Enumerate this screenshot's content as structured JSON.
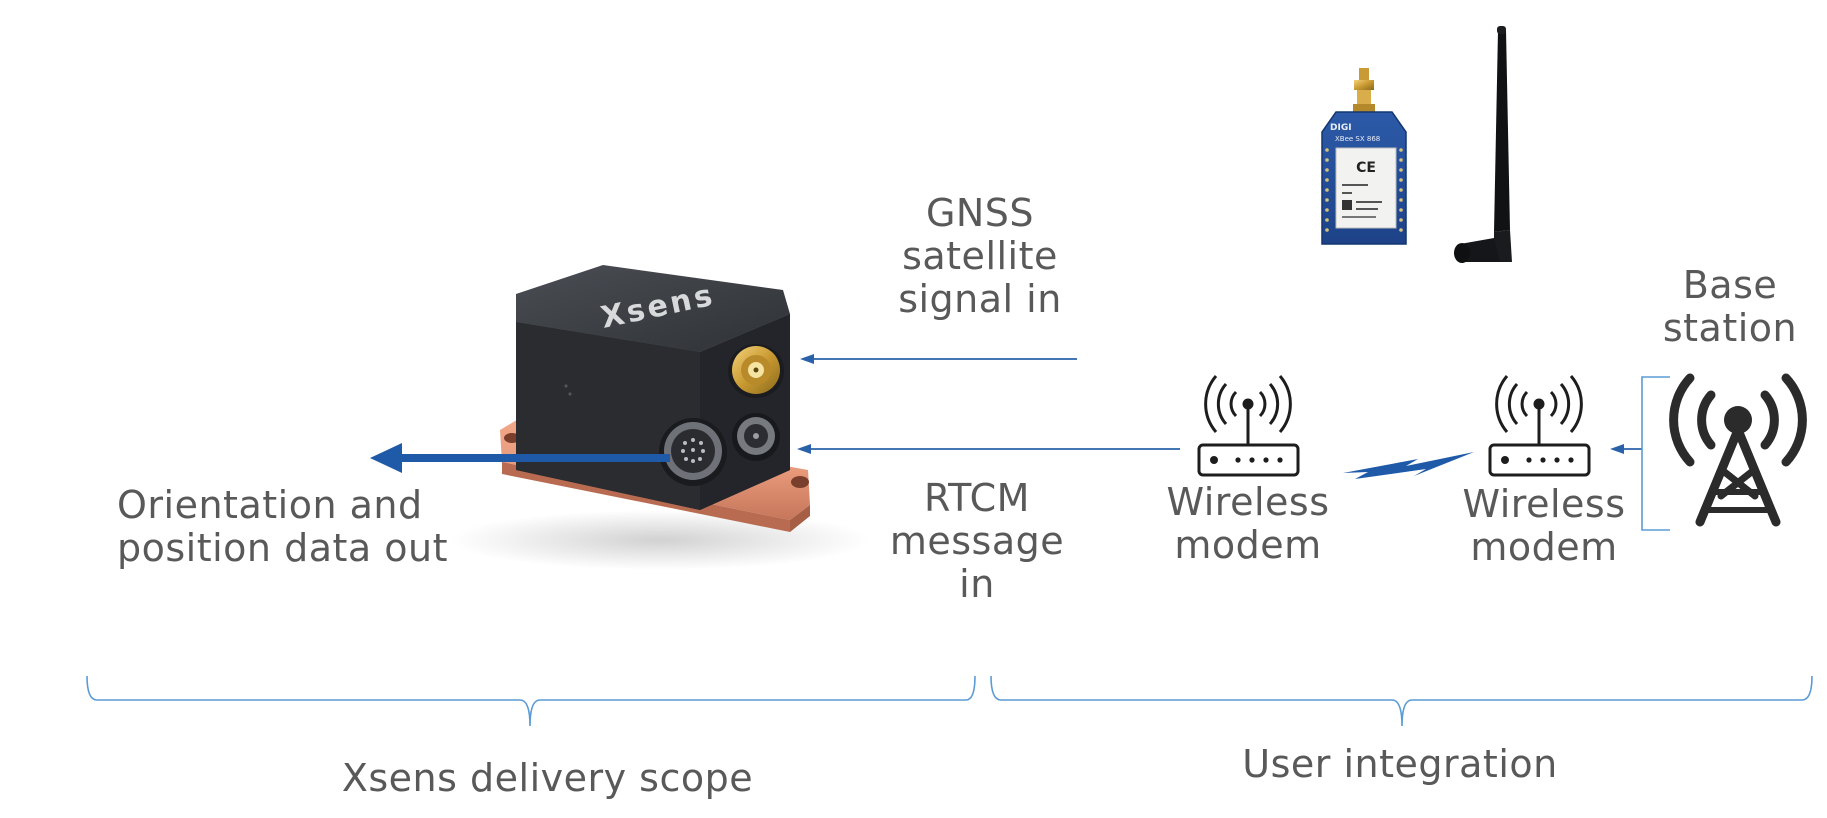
{
  "labels": {
    "gnss": [
      "GNSS",
      "satellite",
      "signal in"
    ],
    "rtcm": [
      "RTCM",
      "message",
      "in"
    ],
    "orientation": [
      "Orientation and",
      "position data out"
    ],
    "modem_left": [
      "Wireless",
      "modem"
    ],
    "modem_right": [
      "Wireless",
      "modem"
    ],
    "base_station": [
      "Base",
      "station"
    ],
    "scope_xsens": "Xsens delivery scope",
    "scope_user": "User integration"
  },
  "device": {
    "brand_text": "Xsens"
  },
  "radio_module": {
    "brand_text": "DIGI",
    "model_text": "XBee SX 868",
    "ce_mark": "CE"
  },
  "colors": {
    "arrow": "#2a62a9",
    "thick_arrow": "#1f5aa8",
    "bracket": "#5b9bd5",
    "text": "#595959",
    "icon": "#222222",
    "lightning": "#1f5aa8"
  },
  "icons": [
    "xsens-sensor-image",
    "rf-module-image",
    "antenna-image",
    "wireless-modem-icon",
    "lightning-link-icon",
    "base-station-tower-icon"
  ]
}
